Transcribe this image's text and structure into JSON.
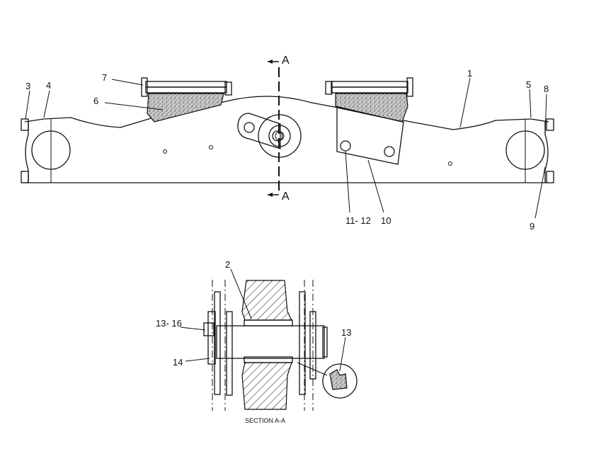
{
  "callouts": {
    "c1": "1",
    "c2": "2",
    "c3": "3",
    "c4": "4",
    "c5": "5",
    "c6": "6",
    "c7": "7",
    "c8": "8",
    "c9": "9",
    "c10": "10",
    "c11_12": "11- 12",
    "c13": "13",
    "c13_16": "13- 16",
    "c14": "14"
  },
  "section_marks": {
    "top": "A",
    "bottom": "A"
  },
  "section_caption": "SECTION A-A"
}
